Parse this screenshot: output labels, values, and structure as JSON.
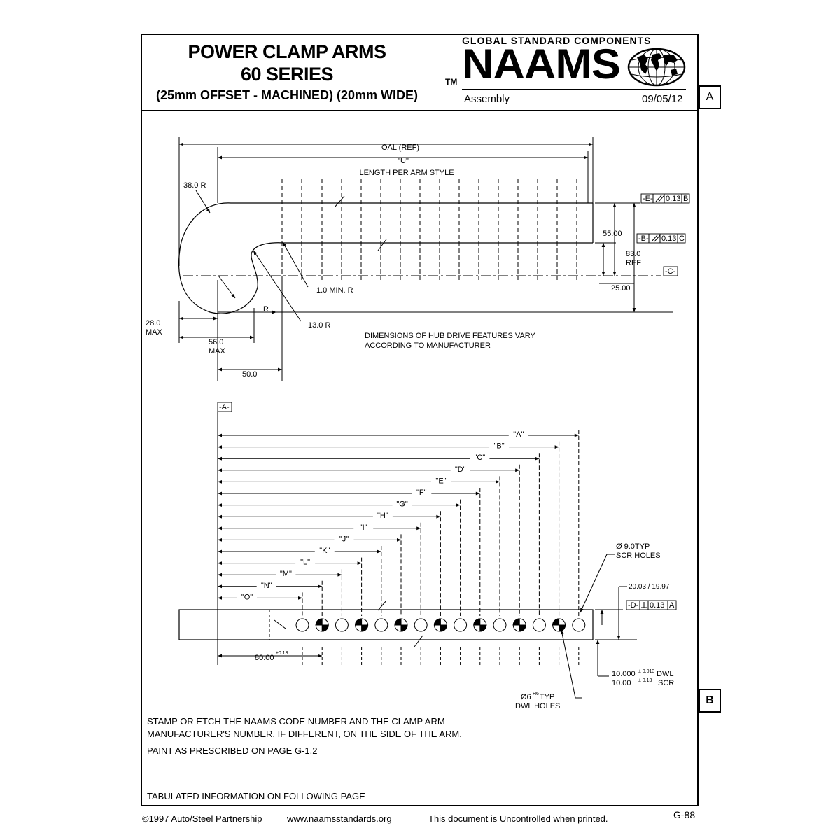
{
  "title": {
    "line1": "POWER CLAMP ARMS",
    "line2": "60 SERIES",
    "line3": "(25mm OFFSET - MACHINED) (20mm WIDE)"
  },
  "brand": {
    "header": "GLOBAL STANDARD COMPONENTS",
    "name": "NAAMS",
    "tm": "TM",
    "section": "Assembly",
    "date": "09/05/12"
  },
  "zones": {
    "a": "A",
    "b": "B"
  },
  "top_view": {
    "oal": "OAL (REF)",
    "u": "\"U\"",
    "length_note": "LENGTH PER ARM STYLE",
    "r38": "38.0 R",
    "r1": "1.0 MIN. R",
    "r13": "13.0 R",
    "r": "R",
    "d28": "28.0",
    "d28_max": "MAX",
    "d56": "56.0",
    "d56_max": "MAX",
    "d50": "50.0",
    "d55": "55.00",
    "d83": "83.0",
    "d83_ref": "REF",
    "d25": "25.00",
    "datum_e": "-E-",
    "tol_e": "0.13",
    "ref_e": "B",
    "datum_b": "-B-",
    "tol_b": "0.13",
    "ref_b": "C",
    "datum_c": "-C-",
    "hub_note_1": "DIMENSIONS OF HUB DRIVE FEATURES VARY",
    "hub_note_2": "ACCORDING TO MANUFACTURER"
  },
  "bottom_view": {
    "datum_a": "-A-",
    "length_labels": [
      "\"A\"",
      "\"B\"",
      "\"C\"",
      "\"D\"",
      "\"E\"",
      "\"F\"",
      "\"G\"",
      "\"H\"",
      "\"I\"",
      "\"J\"",
      "\"K\"",
      "\"L\"",
      "\"M\"",
      "\"N\"",
      "\"O\""
    ],
    "scr_1": "Ø  9.0TYP",
    "scr_2": "SCR HOLES",
    "width_tol": "20.03 / 19.97",
    "datum_d": "-D-",
    "tol_d": "0.13",
    "ref_d": "A",
    "d80": "80.00",
    "d80_tol": "±0.13",
    "pitch_dwl": "10.000",
    "pitch_dwl_tol": "± 0.013",
    "pitch_dwl_unit": "DWL",
    "pitch_scr": "10.00",
    "pitch_scr_tol": "± 0.13",
    "pitch_scr_unit": "SCR",
    "dwl_1": "Ø6",
    "dwl_fit": "H6",
    "dwl_typ": "TYP",
    "dwl_2": "DWL HOLES"
  },
  "notes": {
    "stamp_1": "STAMP OR ETCH THE NAAMS CODE NUMBER AND THE CLAMP ARM",
    "stamp_2": "MANUFACTURER'S NUMBER, IF DIFFERENT, ON THE SIDE OF THE ARM.",
    "paint": "PAINT AS PRESCRIBED ON PAGE G-1.2",
    "tabulated": "TABULATED INFORMATION ON FOLLOWING PAGE"
  },
  "footer": {
    "copyright": "©1997  Auto/Steel  Partnership",
    "website": "www.naamsstandards.org",
    "uncontrolled": "This  document  is  Uncontrolled  when  printed.",
    "page": "G-88"
  }
}
